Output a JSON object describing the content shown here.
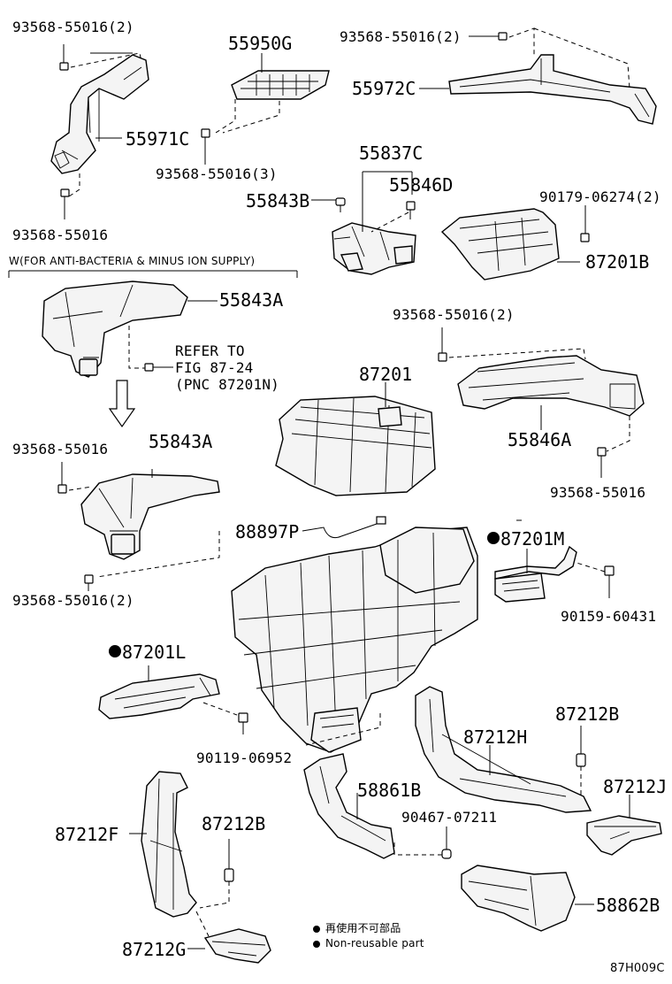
{
  "labels": {
    "l93568_55016_2_a": "93568-55016(2)",
    "l55950G": "55950G",
    "l93568_55016_2_b": "93568-55016(2)",
    "l55972C": "55972C",
    "l55971C": "55971C",
    "l93568_55016_3": "93568-55016(3)",
    "l55837C": "55837C",
    "l55846D": "55846D",
    "l55843B": "55843B",
    "l90179_06274_2": "90179-06274(2)",
    "l93568_55016_a": "93568-55016",
    "l87201B": "87201B",
    "lW_note": "W(FOR ANTI-BACTERIA & MINUS ION SUPPLY)",
    "l55843A_a": "55843A",
    "lrefer1": "REFER TO",
    "lrefer2": "FIG 87-24",
    "lrefer3": "(PNC 87201N)",
    "l93568_55016_2_c": "93568-55016(2)",
    "l87201": "87201",
    "l55846A": "55846A",
    "l93568_55016_b": "93568-55016",
    "l55843A_b": "55843A",
    "l93568_55016_c": "93568-55016",
    "l88897P": "88897P",
    "l87201M": "87201M",
    "l90159_60431": "90159-60431",
    "l93568_55016_2_d": "93568-55016(2)",
    "l87201L": "87201L",
    "l87212B_a": "87212B",
    "l87212H": "87212H",
    "l90119_06952": "90119-06952",
    "l87212J": "87212J",
    "l58861B": "58861B",
    "l90467_07211": "90467-07211",
    "l87212F": "87212F",
    "l87212B_b": "87212B",
    "l58862B": "58862B",
    "l87212G": "87212G",
    "legend_cn": "再使用不可部品",
    "legend_en": "Non-reusable part",
    "figure_code": "87H009C"
  }
}
